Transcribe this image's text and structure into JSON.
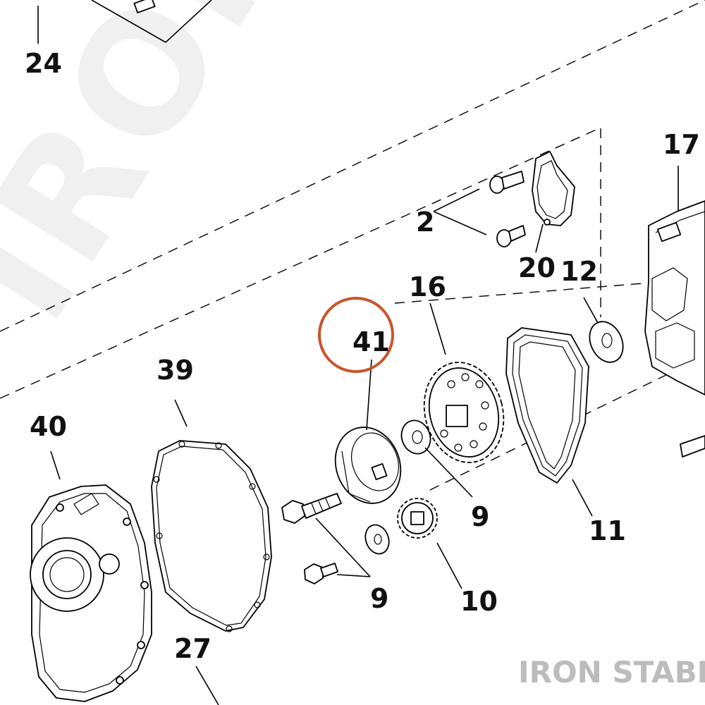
{
  "watermark": {
    "background_text": "IRON STABLE",
    "corner_text": "IRON STABLE"
  },
  "highlight": {
    "part_number": "41",
    "color": "#c8552a"
  },
  "callouts": {
    "c24": "24",
    "c17": "17",
    "c2": "2",
    "c20": "20",
    "c12": "12",
    "c16": "16",
    "c41": "41",
    "c39": "39",
    "c40": "40",
    "c9a": "9",
    "c9b": "9",
    "c11": "11",
    "c10": "10",
    "c27": "27"
  }
}
